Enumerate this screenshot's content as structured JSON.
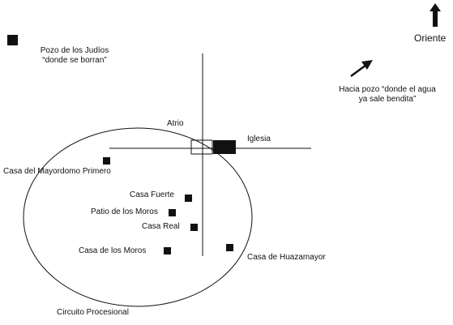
{
  "labels": {
    "oriente": "Oriente",
    "pozo_judios_line1": "Pozo de los Judíos",
    "pozo_judios_line2": "“donde se borran”",
    "pozo_agua_line1": "Hacia pozo “donde el agua",
    "pozo_agua_line2": "ya sale bendita”",
    "atrio": "Atrio",
    "iglesia": "Iglesia",
    "casa_mayordomo": "Casa del Mayordomo Primero",
    "casa_fuerte": "Casa Fuerte",
    "patio_moros": "Patio de los Moros",
    "casa_real": "Casa Real",
    "casa_moros": "Casa de los Moros",
    "casa_huazamayor": "Casa de Huazamayor",
    "circuito": "Circuito Procesional"
  },
  "icons": {
    "north_arrow": "arrow-up-icon",
    "direction_arrow": "arrow-up-right-icon",
    "building_marker": "filled-square-icon"
  },
  "colors": {
    "ink": "#111111",
    "background": "#ffffff"
  }
}
